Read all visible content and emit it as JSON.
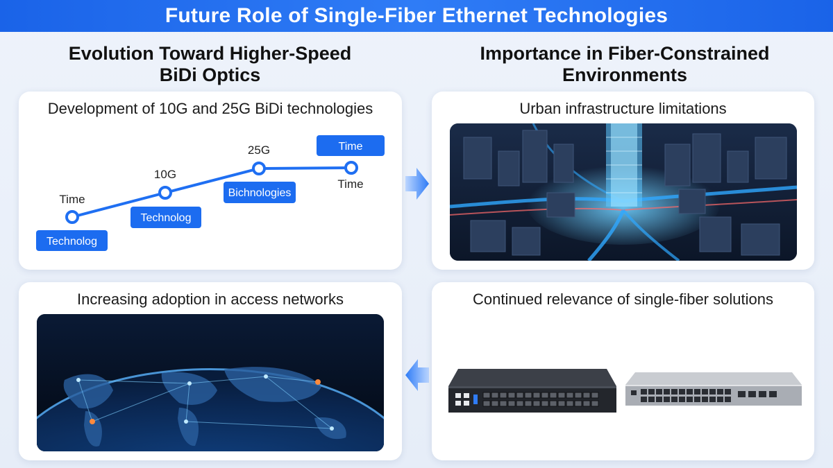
{
  "title": "Future Role of Single-Fiber Ethernet Technologies",
  "left_heading": {
    "line1": "Evolution Toward Higher-Speed",
    "line2": "BiDi Optics"
  },
  "right_heading": {
    "line1": "Importance in Fiber-Constrained",
    "line2": "Environments"
  },
  "cards": {
    "timeline": {
      "title": "Development of 10G and 25G BiDi technologies",
      "nodes": [
        {
          "top_label": "Time",
          "box_label": "Technolog"
        },
        {
          "top_label": "10G",
          "box_label": "Technolog"
        },
        {
          "top_label": "25G",
          "box_label": "Bichnologies"
        },
        {
          "top_label": "Time",
          "box_label": "Time"
        }
      ]
    },
    "urban": {
      "title": "Urban infrastructure limitations"
    },
    "access": {
      "title": "Increasing adoption in access networks"
    },
    "relevance": {
      "title": "Continued relevance of single-fiber solutions"
    }
  },
  "colors": {
    "accent": "#1a63e8",
    "node_blue": "#1f6ff2",
    "box_blue": "#1c6cf0"
  }
}
